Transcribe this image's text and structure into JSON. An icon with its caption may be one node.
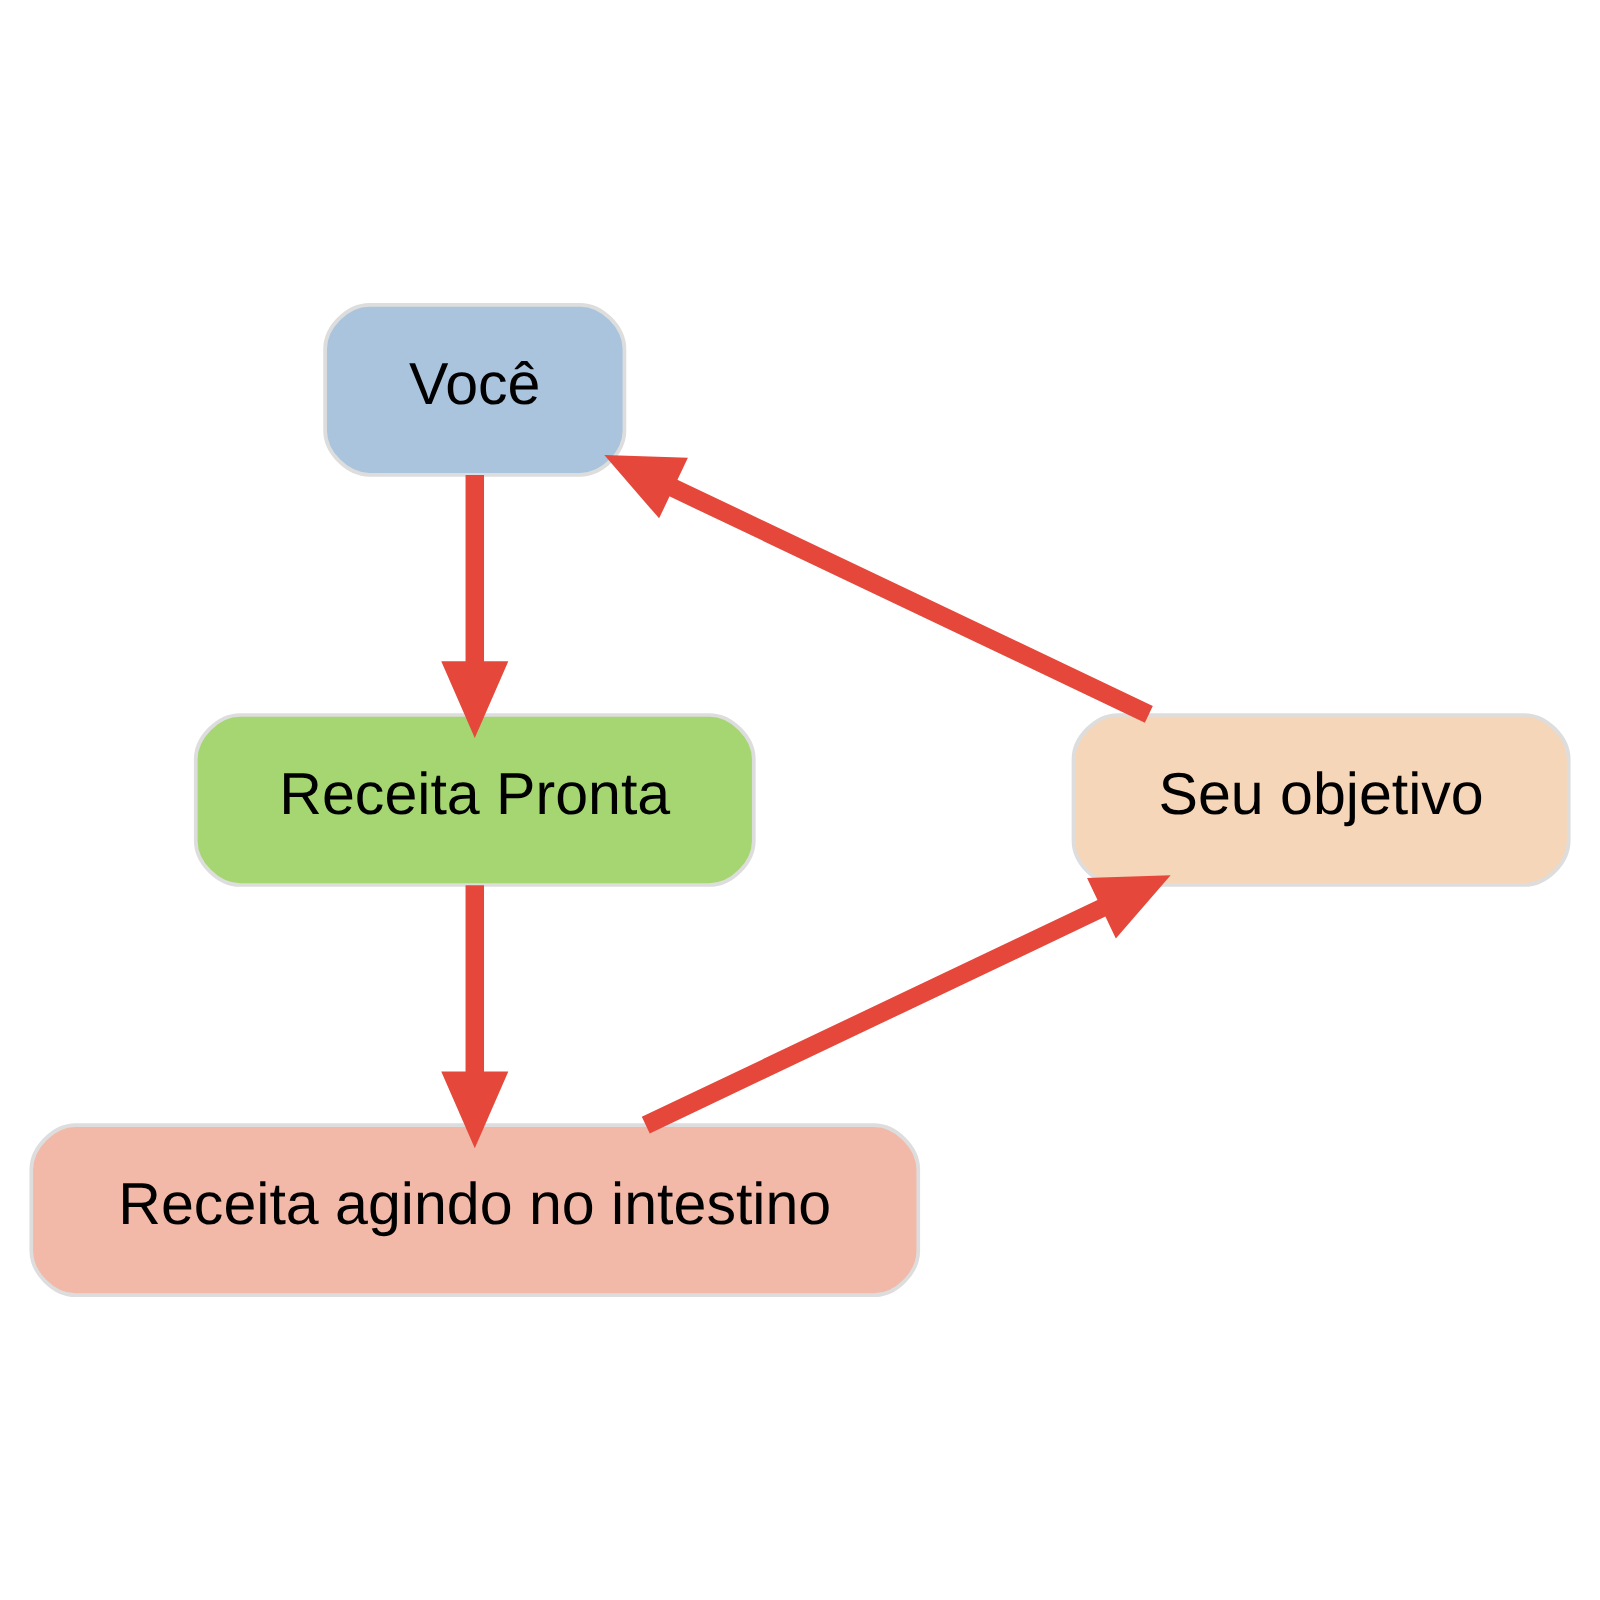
{
  "diagram": {
    "nodes": [
      {
        "text": [
          "Você"
        ]
      },
      {
        "text": [
          "Receita Pronta"
        ]
      },
      {
        "text": [
          "Receita agindo no intestino"
        ]
      },
      {
        "text": [
          "Seu objetivo"
        ]
      }
    ],
    "edges": [
      {
        "from": 0,
        "to": 1,
        "arrow": "to"
      },
      {
        "from": 1,
        "to": 2,
        "arrow": "to"
      },
      {
        "from": 2,
        "to": 3,
        "arrow": "to"
      },
      {
        "from": 3,
        "to": 0,
        "arrow": "to"
      }
    ]
  }
}
